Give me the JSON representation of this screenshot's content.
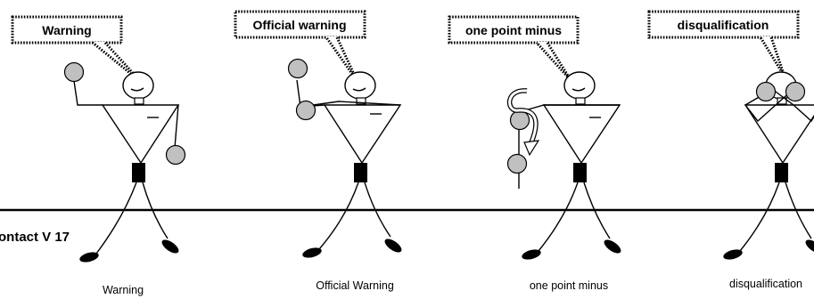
{
  "section_label": "ontact V 17",
  "signals": [
    {
      "id": "warning",
      "bubble": "Warning",
      "caption": "Warning"
    },
    {
      "id": "official-warning",
      "bubble": "Official warning",
      "caption": "Official Warning"
    },
    {
      "id": "one-point-minus",
      "bubble": "one point minus",
      "caption": "one point minus"
    },
    {
      "id": "disqualification",
      "bubble": "disqualification",
      "caption": "disqualification"
    }
  ],
  "colors": {
    "fist": "#c0c0c0",
    "line": "#000000",
    "background": "#ffffff"
  }
}
